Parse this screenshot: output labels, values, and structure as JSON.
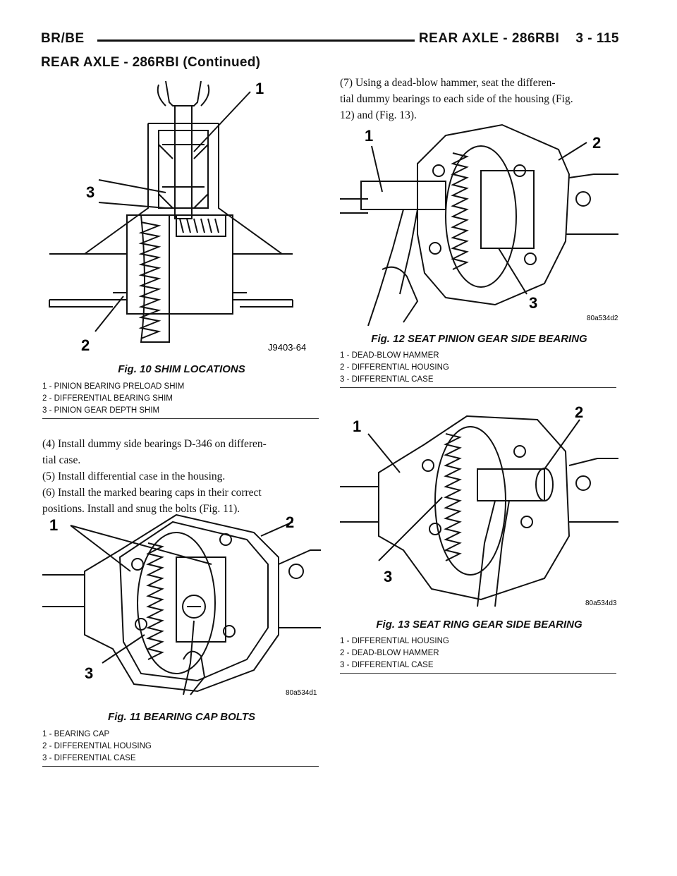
{
  "header": {
    "left": "BR/BE",
    "right": "REAR AXLE - 286RBI    3 - 115"
  },
  "section_title": "REAR AXLE - 286RBI (Continued)",
  "fig10": {
    "caption": "Fig. 10 SHIM LOCATIONS",
    "code": "J9403-64",
    "callouts": [
      "1",
      "2",
      "3"
    ],
    "legend": [
      "1 - PINION BEARING PRELOAD SHIM",
      "2 - DIFFERENTIAL BEARING SHIM",
      "3 - PINION GEAR DEPTH SHIM"
    ]
  },
  "left_text": [
    "(4) Install dummy side bearings D-346 on differen-",
    "tial case.",
    "(5) Install differential case in the housing.",
    "(6) Install the marked bearing caps in their correct",
    "positions. Install and snug the bolts (Fig. 11)."
  ],
  "fig11": {
    "caption": "Fig. 11 BEARING CAP BOLTS",
    "code": "80a534d1",
    "callouts": [
      "1",
      "2",
      "3"
    ],
    "legend": [
      "1 - BEARING CAP",
      "2 - DIFFERENTIAL HOUSING",
      "3 - DIFFERENTIAL CASE"
    ]
  },
  "right_text": [
    "(7) Using a dead-blow hammer, seat the differen-",
    "tial dummy bearings to each side of the housing (Fig.",
    "12) and (Fig. 13)."
  ],
  "fig12": {
    "caption": "Fig. 12 SEAT PINION GEAR SIDE BEARING",
    "code": "80a534d2",
    "callouts": [
      "1",
      "2",
      "3"
    ],
    "legend": [
      "1 - DEAD-BLOW HAMMER",
      "2 - DIFFERENTIAL HOUSING",
      "3 - DIFFERENTIAL CASE"
    ]
  },
  "fig13": {
    "caption": "Fig. 13 SEAT RING GEAR SIDE BEARING",
    "code": "80a534d3",
    "callouts": [
      "1",
      "2",
      "3"
    ],
    "legend": [
      "1 - DIFFERENTIAL HOUSING",
      "2 - DEAD-BLOW HAMMER",
      "3 - DIFFERENTIAL CASE"
    ]
  }
}
